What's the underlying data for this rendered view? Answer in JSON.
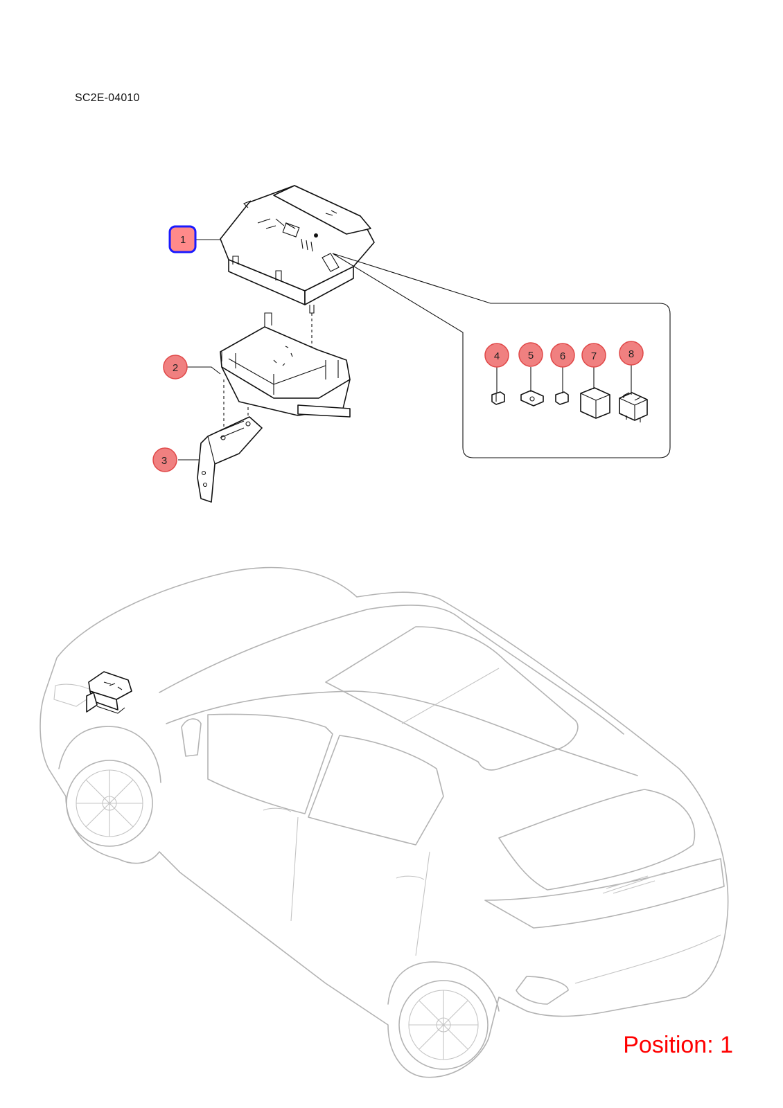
{
  "diagram": {
    "code": "SC2E-04010",
    "position_label": "Position: 1"
  },
  "callouts": [
    {
      "id": 1,
      "label": "1",
      "state": "selected"
    },
    {
      "id": 2,
      "label": "2",
      "state": "normal"
    },
    {
      "id": 3,
      "label": "3",
      "state": "normal"
    },
    {
      "id": 4,
      "label": "4",
      "state": "normal"
    },
    {
      "id": 5,
      "label": "5",
      "state": "normal"
    },
    {
      "id": 6,
      "label": "6",
      "state": "normal"
    },
    {
      "id": 7,
      "label": "7",
      "state": "normal"
    },
    {
      "id": 8,
      "label": "8",
      "state": "normal"
    }
  ],
  "colors": {
    "callout_fill": "#f08080",
    "callout_stroke": "#e04848",
    "selected_outline": "#1a1aff",
    "position_text": "#ff0000",
    "car_line": "#b3b3b3"
  }
}
